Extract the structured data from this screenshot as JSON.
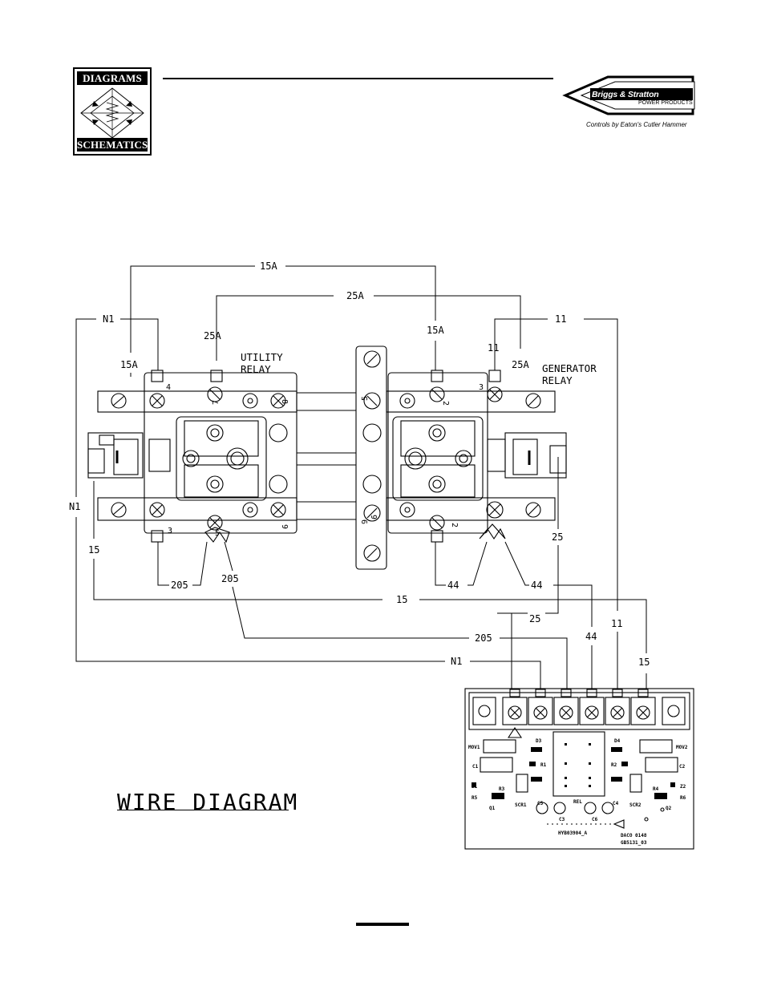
{
  "header": {
    "logo_top": "DIAGRAMS &",
    "logo_bottom": "SCHEMATICS",
    "brand_name": "Briggs & Stratton",
    "brand_sub": "POWER PRODUCTS",
    "brand_tagline": "Controls by Eaton's Cutler Hammer"
  },
  "relays": {
    "utility": [
      "UTILITY",
      "RELAY"
    ],
    "generator": [
      "GENERATOR",
      "RELAY"
    ]
  },
  "terminal_numbers": [
    "4",
    "7",
    "8",
    "5",
    "3",
    "2",
    "6",
    "9",
    "5",
    "3",
    "9",
    "2"
  ],
  "wire_labels": {
    "w15a_top": "15A",
    "w25a_top": "25A",
    "n1_left": "N1",
    "w11_right": "11",
    "w25a_util": "25A",
    "w15a_util": "15A",
    "w15a_gen": "15A",
    "w11_gen": "11",
    "w25a_gen": "25A",
    "n1_side": "N1",
    "w15_side": "15",
    "w205_a": "205",
    "w205_b": "205",
    "w44_a": "44",
    "w44_b": "44",
    "w25_right": "25",
    "w15_mid": "15",
    "w25_low": "25",
    "w205_low": "205",
    "w44_low": "44",
    "w11_low": "11",
    "n1_low": "N1",
    "w15_low": "15"
  },
  "pcb": {
    "components": [
      "MOV1",
      "MOV2",
      "D3",
      "D4",
      "C1",
      "R1",
      "R2",
      "C2",
      "D1",
      "D2",
      "Z1",
      "R3",
      "SCR1",
      "SCR2",
      "R4",
      "Z2",
      "R5",
      "Q1",
      "C5",
      "REL",
      "C4",
      "Q2",
      "R6",
      "C3",
      "C6"
    ],
    "part_number": "HYB03904_A",
    "date_code": "DACO 0148",
    "board_code": "GB5131_03"
  },
  "title": "WIRE DIAGRAM"
}
